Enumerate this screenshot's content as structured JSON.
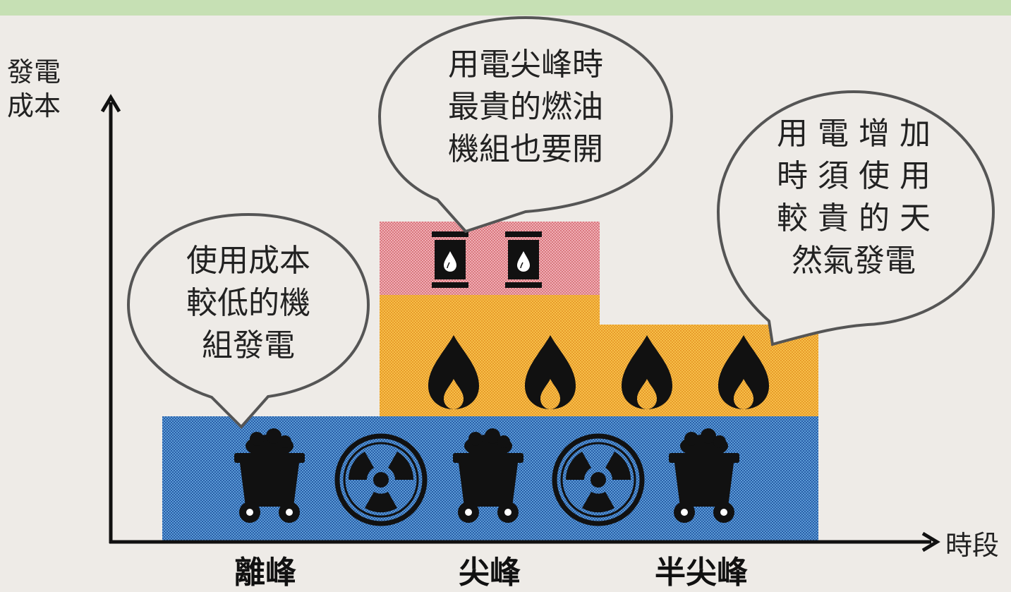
{
  "axes": {
    "y_label_line1": "發電",
    "y_label_line2": "成本",
    "x_label": "時段"
  },
  "periods": [
    "離峰",
    "尖峰",
    "半尖峰"
  ],
  "bubbles": {
    "base": [
      "使用成本",
      "較低的機",
      "組發電"
    ],
    "peak": [
      "用電尖峰時",
      "最貴的燃油",
      "機組也要開"
    ],
    "mid": [
      "用 電 增 加",
      "時 須 使 用",
      "較 貴 的 天",
      "然氣發電"
    ]
  },
  "colors": {
    "base_layer": "#5b9bd5",
    "gas_layer": "#f4b942",
    "oil_layer": "#e8a0a8",
    "top_bar": "#c6e0b4"
  },
  "icons": {
    "base": [
      "coal-cart-icon",
      "nuclear-icon",
      "coal-cart-icon",
      "nuclear-icon",
      "coal-cart-icon"
    ],
    "gas": [
      "flame-icon",
      "flame-icon",
      "flame-icon",
      "flame-icon"
    ],
    "oil": [
      "oil-barrel-icon",
      "oil-barrel-icon"
    ]
  }
}
